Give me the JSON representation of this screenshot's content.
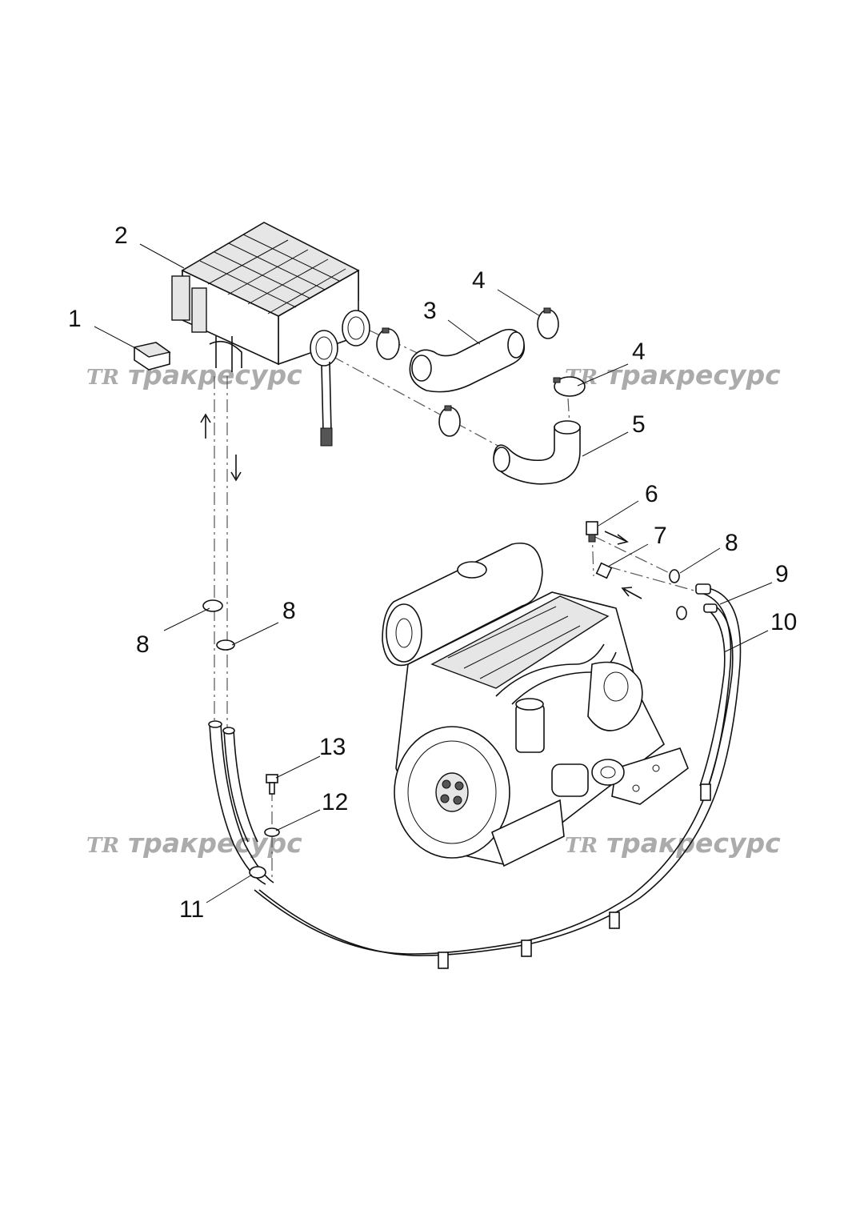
{
  "watermark": {
    "logo": "TR",
    "text": "тракресурс"
  },
  "callouts": {
    "c1": "1",
    "c2": "2",
    "c3": "3",
    "c4a": "4",
    "c4b": "4",
    "c5": "5",
    "c6": "6",
    "c7": "7",
    "c8a": "8",
    "c8b": "8",
    "c8c": "8",
    "c9": "9",
    "c10": "10",
    "c11": "11",
    "c12": "12",
    "c13": "13"
  },
  "icons": {
    "flow_arrow": "arrow-icon"
  }
}
